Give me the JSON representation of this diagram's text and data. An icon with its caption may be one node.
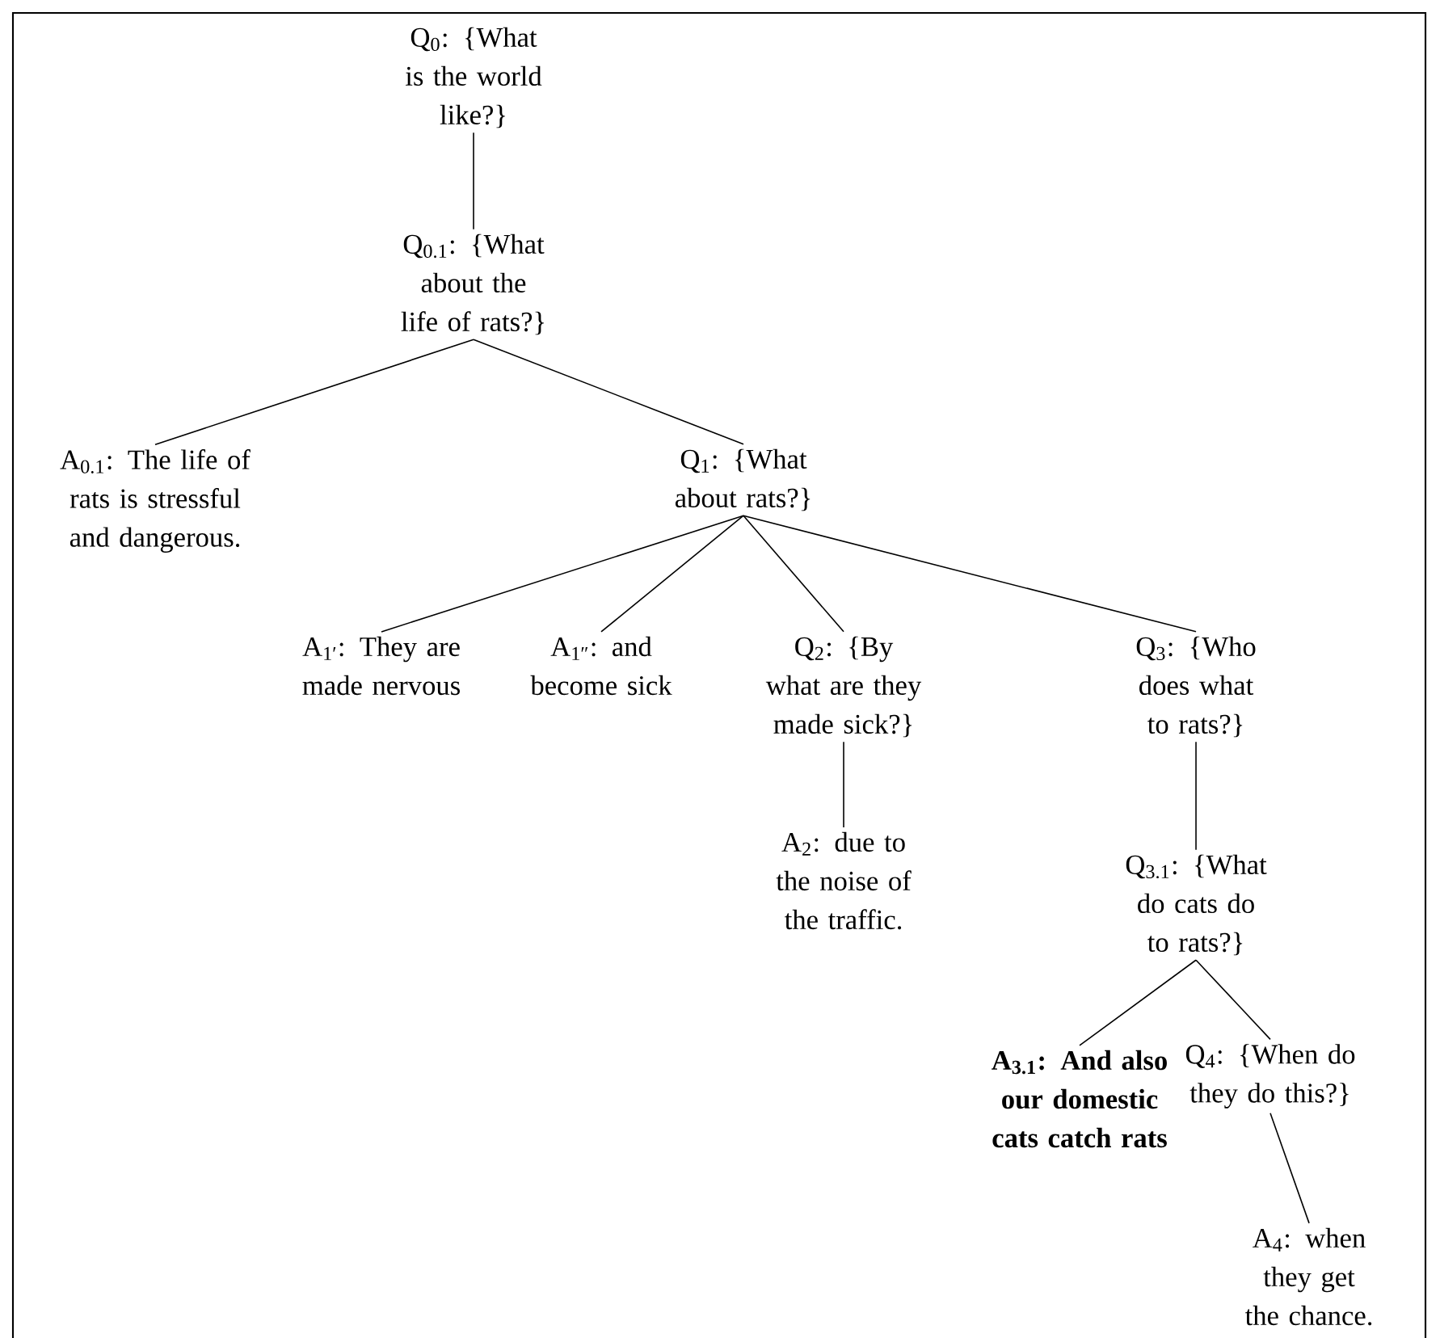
{
  "diagram": {
    "nodes": [
      {
        "text": [
          "Q$_{0}$: {What is the world like?}"
        ]
      },
      {
        "text": [
          "Q$_{0.1}$: {What about the life of rats?}"
        ]
      },
      {
        "text": [
          "A$_{0.1}$: The life of rats is stressful and dangerous."
        ]
      },
      {
        "text": [
          "Q$_{1}$: {What about rats?}"
        ]
      },
      {
        "text": [
          "A$_{1′}$: They are made nervous"
        ]
      },
      {
        "text": [
          "A$_{1″}$: and become sick"
        ]
      },
      {
        "text": [
          "Q$_{2}$: {By what are they made sick?}"
        ]
      },
      {
        "text": [
          "Q$_{3}$: {Who does what to rats?}"
        ]
      },
      {
        "text": [
          "A$_{2}$: due to the noise of the traffic."
        ]
      },
      {
        "text": [
          "Q$_{3.1}$: {What do cats do to rats?}"
        ]
      },
      {
        "text": [
          "A$_{3.1}$: And also our domestic cats catch rats"
        ]
      },
      {
        "text": [
          "Q$_{4}$: {When do they do this?}"
        ]
      },
      {
        "text": [
          "A$_{4}$: when they get the chance."
        ]
      }
    ],
    "edges": [
      {
        "from": 0,
        "to": 1,
        "arrow": "none"
      },
      {
        "from": 1,
        "to": 2,
        "arrow": "none"
      },
      {
        "from": 1,
        "to": 3,
        "arrow": "none"
      },
      {
        "from": 3,
        "to": 4,
        "arrow": "none"
      },
      {
        "from": 3,
        "to": 5,
        "arrow": "none"
      },
      {
        "from": 3,
        "to": 6,
        "arrow": "none"
      },
      {
        "from": 3,
        "to": 7,
        "arrow": "none"
      },
      {
        "from": 6,
        "to": 8,
        "arrow": "none"
      },
      {
        "from": 7,
        "to": 9,
        "arrow": "none"
      },
      {
        "from": 9,
        "to": 10,
        "arrow": "none"
      },
      {
        "from": 9,
        "to": 11,
        "arrow": "none"
      },
      {
        "from": 11,
        "to": 12,
        "arrow": "none"
      }
    ]
  }
}
